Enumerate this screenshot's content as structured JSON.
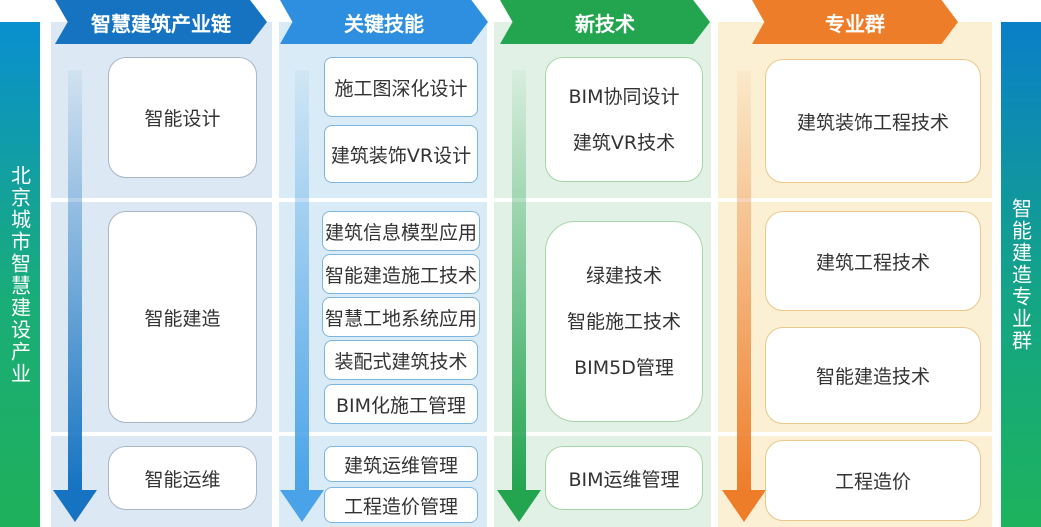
{
  "left_label": "北京城市智慧建设产业",
  "right_label": "智能建造专业群",
  "headers": {
    "h1": "智慧建筑产业链",
    "h2": "关键技能",
    "h3": "新技术",
    "h4": "专业群"
  },
  "col1": [
    "智能设计",
    "智能建造",
    "智能运维"
  ],
  "col2": [
    "施工图深化设计",
    "建筑装饰VR设计",
    "建筑信息模型应用",
    "智能建造施工技术",
    "智慧工地系统应用",
    "装配式建筑技术",
    "BIM化施工管理",
    "建筑运维管理",
    "工程造价管理"
  ],
  "col3": {
    "group1": [
      "BIM协同设计",
      "建筑VR技术"
    ],
    "group2": [
      "绿建技术",
      "智能施工技术",
      "BIM5D管理"
    ],
    "group3": [
      "BIM运维管理"
    ]
  },
  "col4": [
    "建筑装饰工程技术",
    "建筑工程技术",
    "智能建造技术",
    "工程造价"
  ],
  "colors": {
    "blue_dark": "#1573c2",
    "blue": "#2e8fe0",
    "green": "#23a550",
    "orange": "#ee7d2a"
  }
}
